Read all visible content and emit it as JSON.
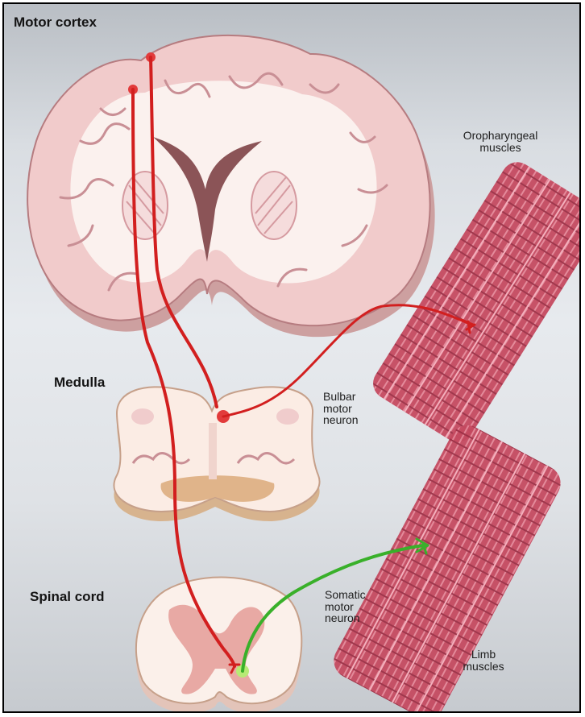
{
  "labels": {
    "motor_cortex": "Motor cortex",
    "medulla": "Medulla",
    "spinal_cord": "Spinal cord",
    "oropharyngeal_line1": "Oropharyngeal",
    "oropharyngeal_line2": "muscles",
    "bulbar_line1": "Bulbar",
    "bulbar_line2": "motor",
    "bulbar_line3": "neuron",
    "somatic_line1": "Somatic",
    "somatic_line2": "motor",
    "somatic_line3": "neuron",
    "limb_line1": "Limb",
    "limb_line2": "muscles"
  },
  "colors": {
    "upper_motor_pathway": "#d21f1f",
    "lower_motor_pathway": "#39b02a",
    "brain_tissue": "#f2cfcf",
    "white_matter": "#fbf3ef",
    "muscle": "#c8485e"
  }
}
